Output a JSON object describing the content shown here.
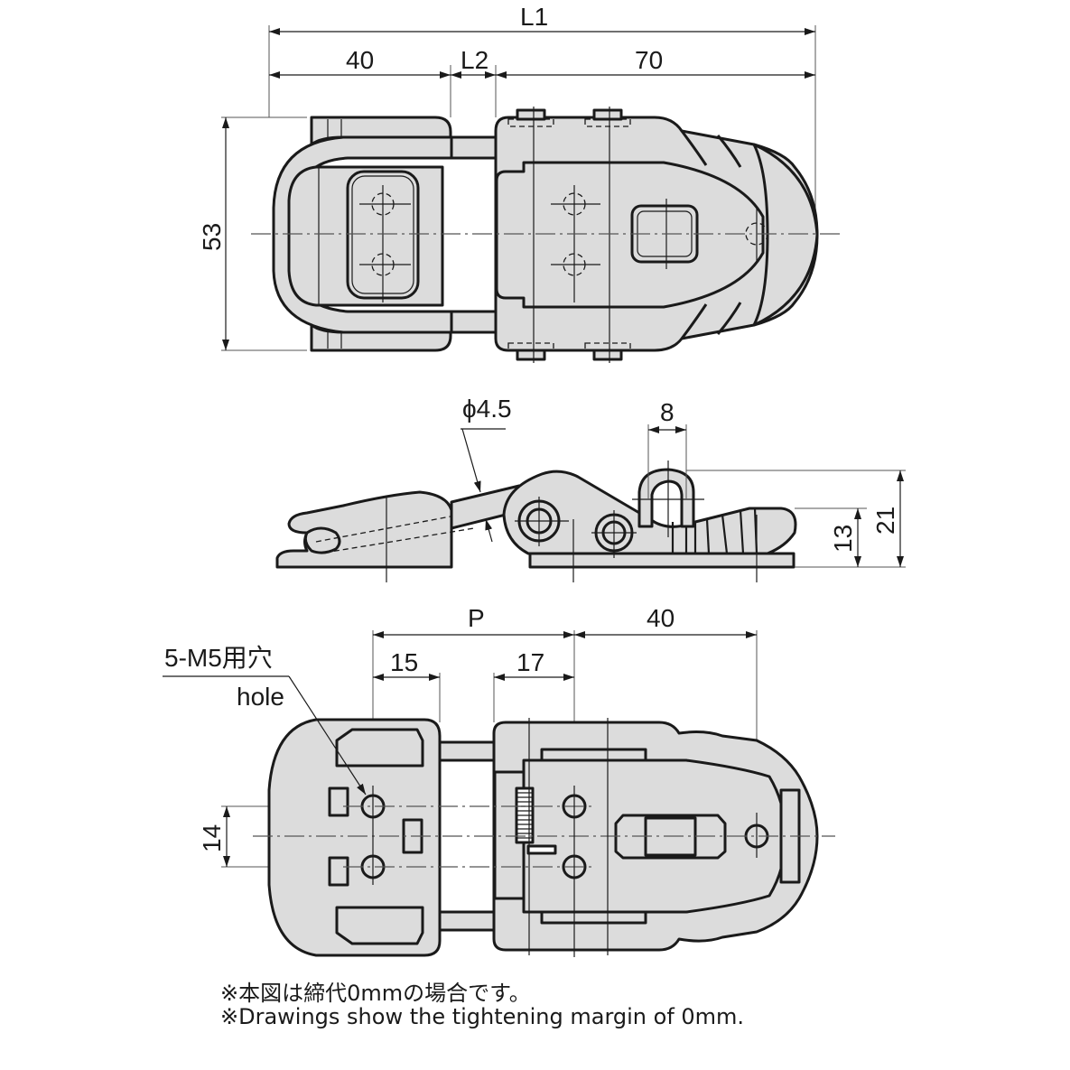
{
  "drawing": {
    "top_view": {
      "dimensions": {
        "overall_length": "L1",
        "hasp_length": "40",
        "gap": "L2",
        "base_length": "70",
        "width": "53"
      }
    },
    "side_view": {
      "dimensions": {
        "wire_diameter": "ϕ4.5",
        "loop_width": "8",
        "body_height": "13",
        "overall_height": "21"
      }
    },
    "bottom_view": {
      "dimensions": {
        "pitch": "P",
        "base_hole_to_end": "40",
        "hasp_hole_offset": "15",
        "base_hole_offset": "17",
        "hole_spacing": "14"
      },
      "callout": {
        "jp": "5-M5用穴",
        "en": "hole"
      }
    },
    "notes": [
      "※本図は締代0mmの場合です。",
      "※Drawings show the tightening margin of 0mm."
    ],
    "colors": {
      "part_fill": "#dcdcdc",
      "line": "#1a1a1a",
      "background": "#ffffff"
    }
  }
}
